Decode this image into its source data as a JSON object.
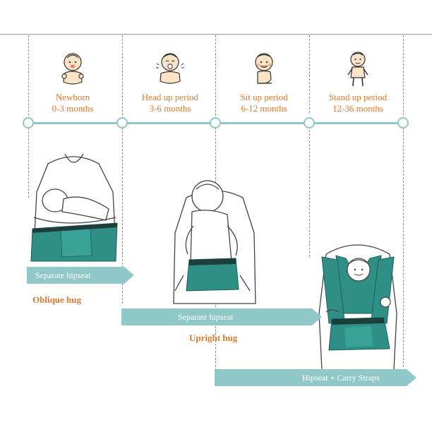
{
  "stages": [
    {
      "label": "Newborn",
      "range": "0-3 months"
    },
    {
      "label": "Head up period",
      "range": "3-6 months"
    },
    {
      "label": "Sit up period",
      "range": "6-12 months"
    },
    {
      "label": "Stand up period",
      "range": "12-36 months"
    }
  ],
  "arrows": {
    "separate_hipseat_1": "Separate  hipseat",
    "separate_hipseat_2": "Separate  hipseat",
    "hipseat_carry": "Hipseat + Carry Straps"
  },
  "positions": {
    "oblique": "Oblique hug",
    "upright": "Upright hug"
  },
  "colors": {
    "accent_teal": "#8fc8c6",
    "carrier_teal": "#2f8f86",
    "label_orange": "#e07a2a",
    "line_grey": "#8a8a8a"
  },
  "icons": [
    "newborn-baby-icon",
    "pacifier-baby-icon",
    "sitting-baby-icon",
    "standing-baby-icon"
  ]
}
